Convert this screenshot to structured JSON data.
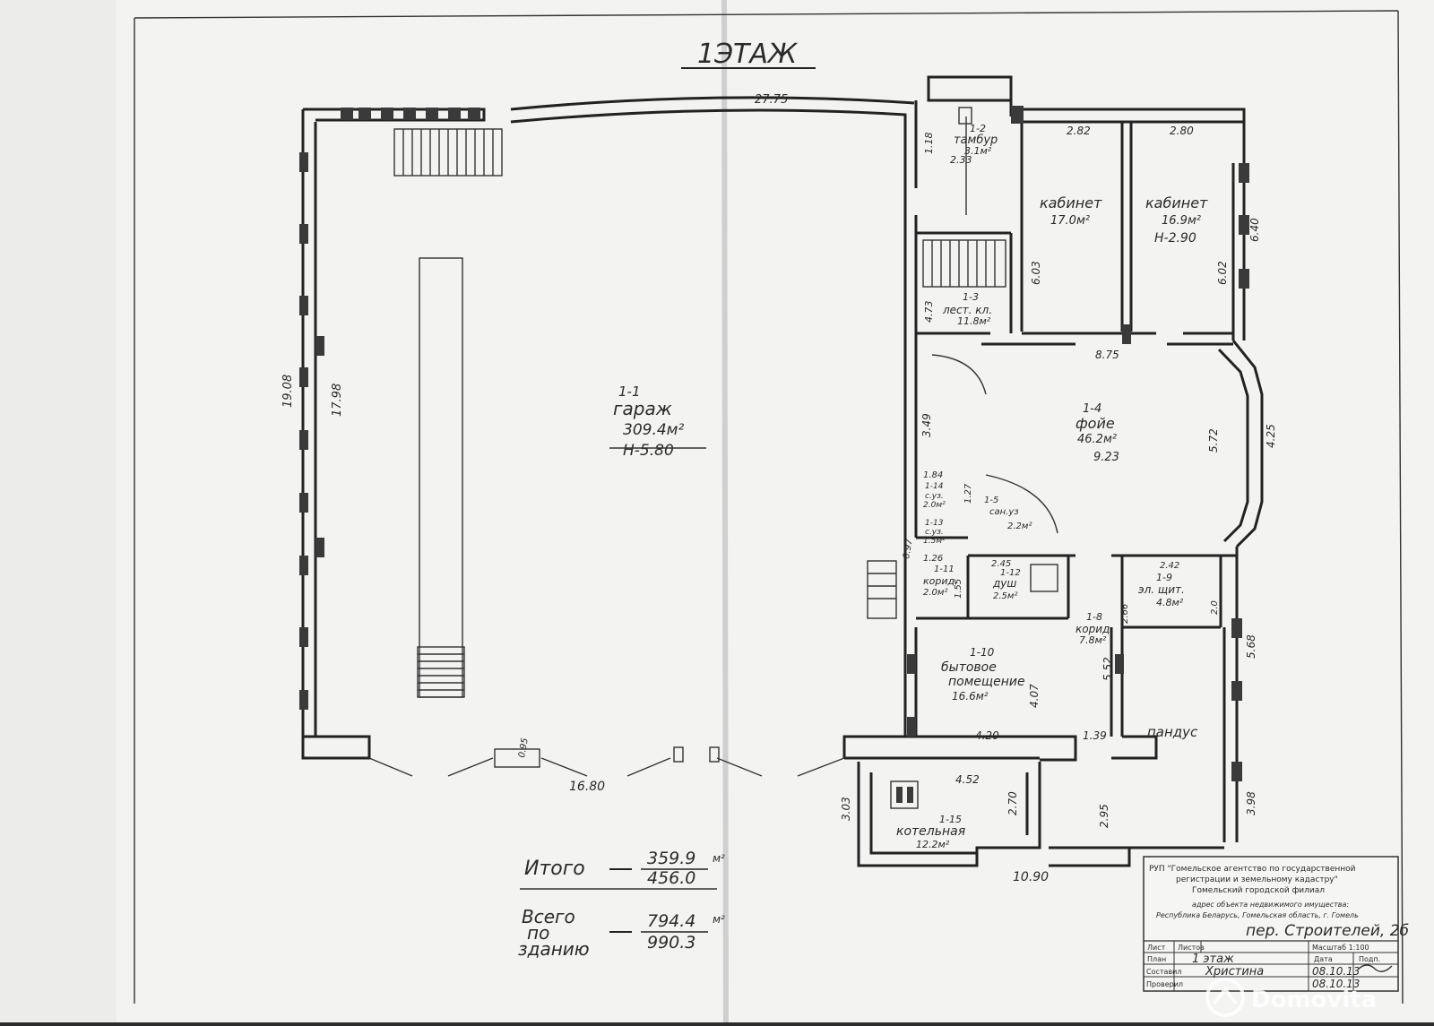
{
  "floor_title": "1ЭТАЖ",
  "dims": {
    "top_width": "27.75",
    "garage_bottom": "16.80",
    "garage_left_outer": "19.08",
    "garage_left_inner": "17.98",
    "right_outer_1": "6.40",
    "right_outer_2": "4.25",
    "right_outer_3": "5.68",
    "right_outer_4": "3.98",
    "bottom_right": "10.90",
    "cab1_top": "2.82",
    "cab2_top": "2.80",
    "cab1_side": "6.03",
    "cab2_side": "6.02",
    "tambur_side": "1.18",
    "tambur_bottom": "2.33",
    "stair_side": "4.73",
    "cab_bottom": "8.75",
    "foyer_left": "3.49",
    "foyer_right": "5.72",
    "foyer_width": "9.23",
    "wc_top": "1.84",
    "wc_side": "1.27",
    "corr_top": "1.26",
    "corr_side": "1.55",
    "shower_top": "2.45",
    "wc2_side": "0.97",
    "el_top": "2.42",
    "el_side": "2.66",
    "el_side2": "2.0",
    "corr8_side": "5.52",
    "byt_side": "4.07",
    "byt_bottom": "4.20",
    "corr8_bottom": "1.39",
    "boiler_top": "4.52",
    "boiler_left": "3.03",
    "boiler_right": "2.70",
    "ramp_side": "2.95",
    "garage_door": "0.95"
  },
  "rooms": {
    "garage": {
      "num": "1-1",
      "name": "гараж",
      "area": "309.4м²",
      "height": "Н-5.80"
    },
    "tambur": {
      "num": "1-2",
      "name": "тамбур",
      "area": "3.1м²"
    },
    "stair": {
      "num": "1-3",
      "name": "лест. кл.",
      "area": "11.8м²"
    },
    "cabinet1": {
      "name": "кабинет",
      "area": "17.0м²"
    },
    "cabinet2": {
      "name": "кабинет",
      "area": "16.9м²",
      "height": "Н-2.90"
    },
    "foyer": {
      "num": "1-4",
      "name": "фойе",
      "area": "46.2м²"
    },
    "sanuzel": {
      "num": "1-5",
      "name": "сан.уз",
      "area": "2.2м²"
    },
    "wc14": {
      "num": "1-14",
      "name": "с.уз.",
      "area": "2.0м²"
    },
    "wc13": {
      "num": "1-13",
      "name": "с.уз.",
      "area": "1.5м²"
    },
    "corr11": {
      "num": "1-11",
      "name": "корид.",
      "area": "2.0м²"
    },
    "shower": {
      "num": "1-12",
      "name": "душ",
      "area": "2.5м²"
    },
    "corr8": {
      "num": "1-8",
      "name": "корид.",
      "area": "7.8м²"
    },
    "elec": {
      "num": "1-9",
      "name": "эл. щит.",
      "area": "4.8м²"
    },
    "household": {
      "num": "1-10",
      "name_line1": "бытовое",
      "name_line2": "помещение",
      "area": "16.6м²"
    },
    "boiler": {
      "num": "1-15",
      "name": "котельная",
      "area": "12.2м²"
    },
    "ramp": {
      "name": "пандус"
    }
  },
  "totals": {
    "itogo_label": "Итого",
    "itogo_num": "359.9",
    "itogo_den": "456.0",
    "vsego_l1": "Всего",
    "vsego_l2": "по",
    "vsego_l3": "зданию",
    "vsego_num": "794.4",
    "vsego_den": "990.3",
    "unit": "м²"
  },
  "stamp": {
    "org1": "РУП \"Гомельское агентство по государственной",
    "org2": "регистрации и земельному кадастру\"",
    "org3": "Гомельский городской филиал",
    "addr_label": "адрес объекта недвижимого имущества:",
    "addr_line": "Республика Беларусь, Гомельская область, г. Гомель",
    "street": "пер. Строителей, 2б",
    "col_list": "Лист",
    "col_listov": "Листов",
    "col_scale": "Масштаб 1:100",
    "row_plan": "План",
    "plan_value": "1 этаж",
    "col_date": "Дата",
    "col_sign": "Подп.",
    "row_sost": "Составил",
    "sost_name": "Христина",
    "sost_date": "08.10.13",
    "row_prov": "Проверил",
    "prov_date": "08.10.13",
    "watermark": "Domovita"
  }
}
